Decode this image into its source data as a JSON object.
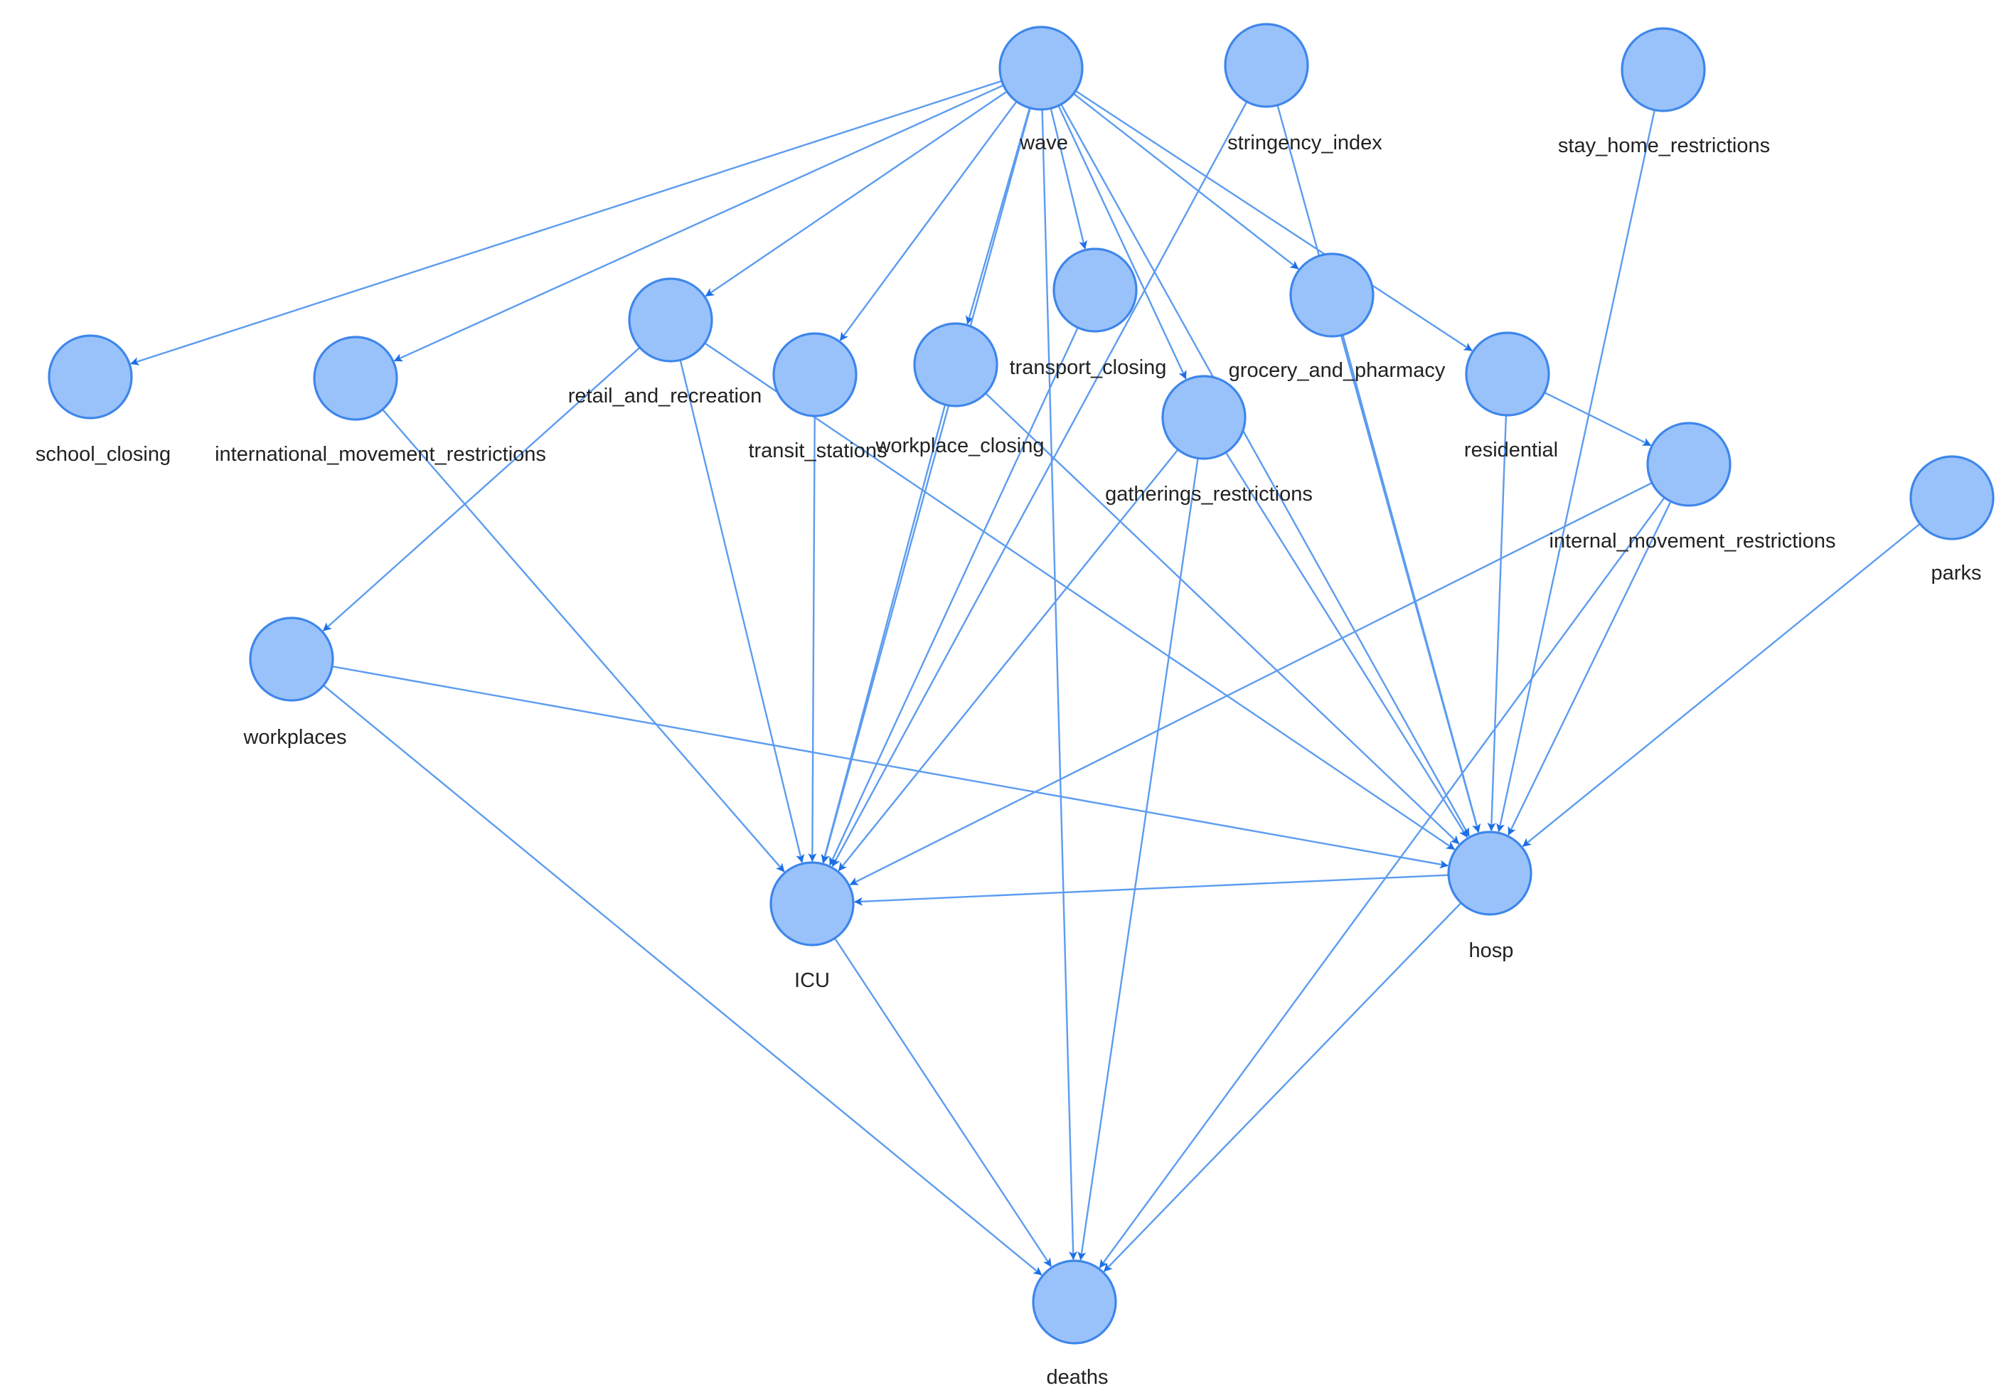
{
  "colors": {
    "node_fill": "#99c2fb",
    "node_stroke": "#3e86ea",
    "edge": "#5c9cf0",
    "arrow": "#1c6fe6",
    "label": "#222222"
  },
  "nodes": [
    {
      "id": "wave",
      "label": "wave"
    },
    {
      "id": "stringency_index",
      "label": "stringency_index"
    },
    {
      "id": "stay_home_restrictions",
      "label": "stay_home_restrictions"
    },
    {
      "id": "school_closing",
      "label": "school_closing"
    },
    {
      "id": "international_movement_restrictions",
      "label": "international_movement_restrictions"
    },
    {
      "id": "retail_and_recreation",
      "label": "retail_and_recreation"
    },
    {
      "id": "transit_stations",
      "label": "transit_stations"
    },
    {
      "id": "workplace_closing",
      "label": "workplace_closing"
    },
    {
      "id": "transport_closing",
      "label": "transport_closing"
    },
    {
      "id": "gatherings_restrictions",
      "label": "gatherings_restrictions"
    },
    {
      "id": "grocery_and_pharmacy",
      "label": "grocery_and_pharmacy"
    },
    {
      "id": "residential",
      "label": "residential"
    },
    {
      "id": "internal_movement_restrictions",
      "label": "internal_movement_restrictions"
    },
    {
      "id": "parks",
      "label": "parks"
    },
    {
      "id": "workplaces",
      "label": "workplaces"
    },
    {
      "id": "ICU",
      "label": "ICU"
    },
    {
      "id": "hosp",
      "label": "hosp"
    },
    {
      "id": "deaths",
      "label": "deaths"
    }
  ],
  "edges": [
    {
      "from": "wave",
      "to": "school_closing"
    },
    {
      "from": "wave",
      "to": "international_movement_restrictions"
    },
    {
      "from": "wave",
      "to": "retail_and_recreation"
    },
    {
      "from": "wave",
      "to": "transit_stations"
    },
    {
      "from": "wave",
      "to": "workplace_closing"
    },
    {
      "from": "wave",
      "to": "transport_closing"
    },
    {
      "from": "wave",
      "to": "gatherings_restrictions"
    },
    {
      "from": "wave",
      "to": "grocery_and_pharmacy"
    },
    {
      "from": "wave",
      "to": "residential"
    },
    {
      "from": "wave",
      "to": "ICU"
    },
    {
      "from": "wave",
      "to": "hosp"
    },
    {
      "from": "wave",
      "to": "deaths"
    },
    {
      "from": "stringency_index",
      "to": "ICU"
    },
    {
      "from": "stringency_index",
      "to": "hosp"
    },
    {
      "from": "stay_home_restrictions",
      "to": "hosp"
    },
    {
      "from": "international_movement_restrictions",
      "to": "ICU"
    },
    {
      "from": "retail_and_recreation",
      "to": "workplaces"
    },
    {
      "from": "retail_and_recreation",
      "to": "ICU"
    },
    {
      "from": "retail_and_recreation",
      "to": "hosp"
    },
    {
      "from": "transit_stations",
      "to": "ICU"
    },
    {
      "from": "workplace_closing",
      "to": "ICU"
    },
    {
      "from": "workplace_closing",
      "to": "hosp"
    },
    {
      "from": "transport_closing",
      "to": "ICU"
    },
    {
      "from": "gatherings_restrictions",
      "to": "ICU"
    },
    {
      "from": "gatherings_restrictions",
      "to": "hosp"
    },
    {
      "from": "gatherings_restrictions",
      "to": "deaths"
    },
    {
      "from": "grocery_and_pharmacy",
      "to": "hosp"
    },
    {
      "from": "residential",
      "to": "internal_movement_restrictions"
    },
    {
      "from": "residential",
      "to": "hosp"
    },
    {
      "from": "internal_movement_restrictions",
      "to": "ICU"
    },
    {
      "from": "internal_movement_restrictions",
      "to": "hosp"
    },
    {
      "from": "internal_movement_restrictions",
      "to": "deaths"
    },
    {
      "from": "parks",
      "to": "hosp"
    },
    {
      "from": "workplaces",
      "to": "hosp"
    },
    {
      "from": "workplaces",
      "to": "deaths"
    },
    {
      "from": "ICU",
      "to": "deaths"
    },
    {
      "from": "hosp",
      "to": "ICU"
    },
    {
      "from": "hosp",
      "to": "deaths"
    }
  ]
}
